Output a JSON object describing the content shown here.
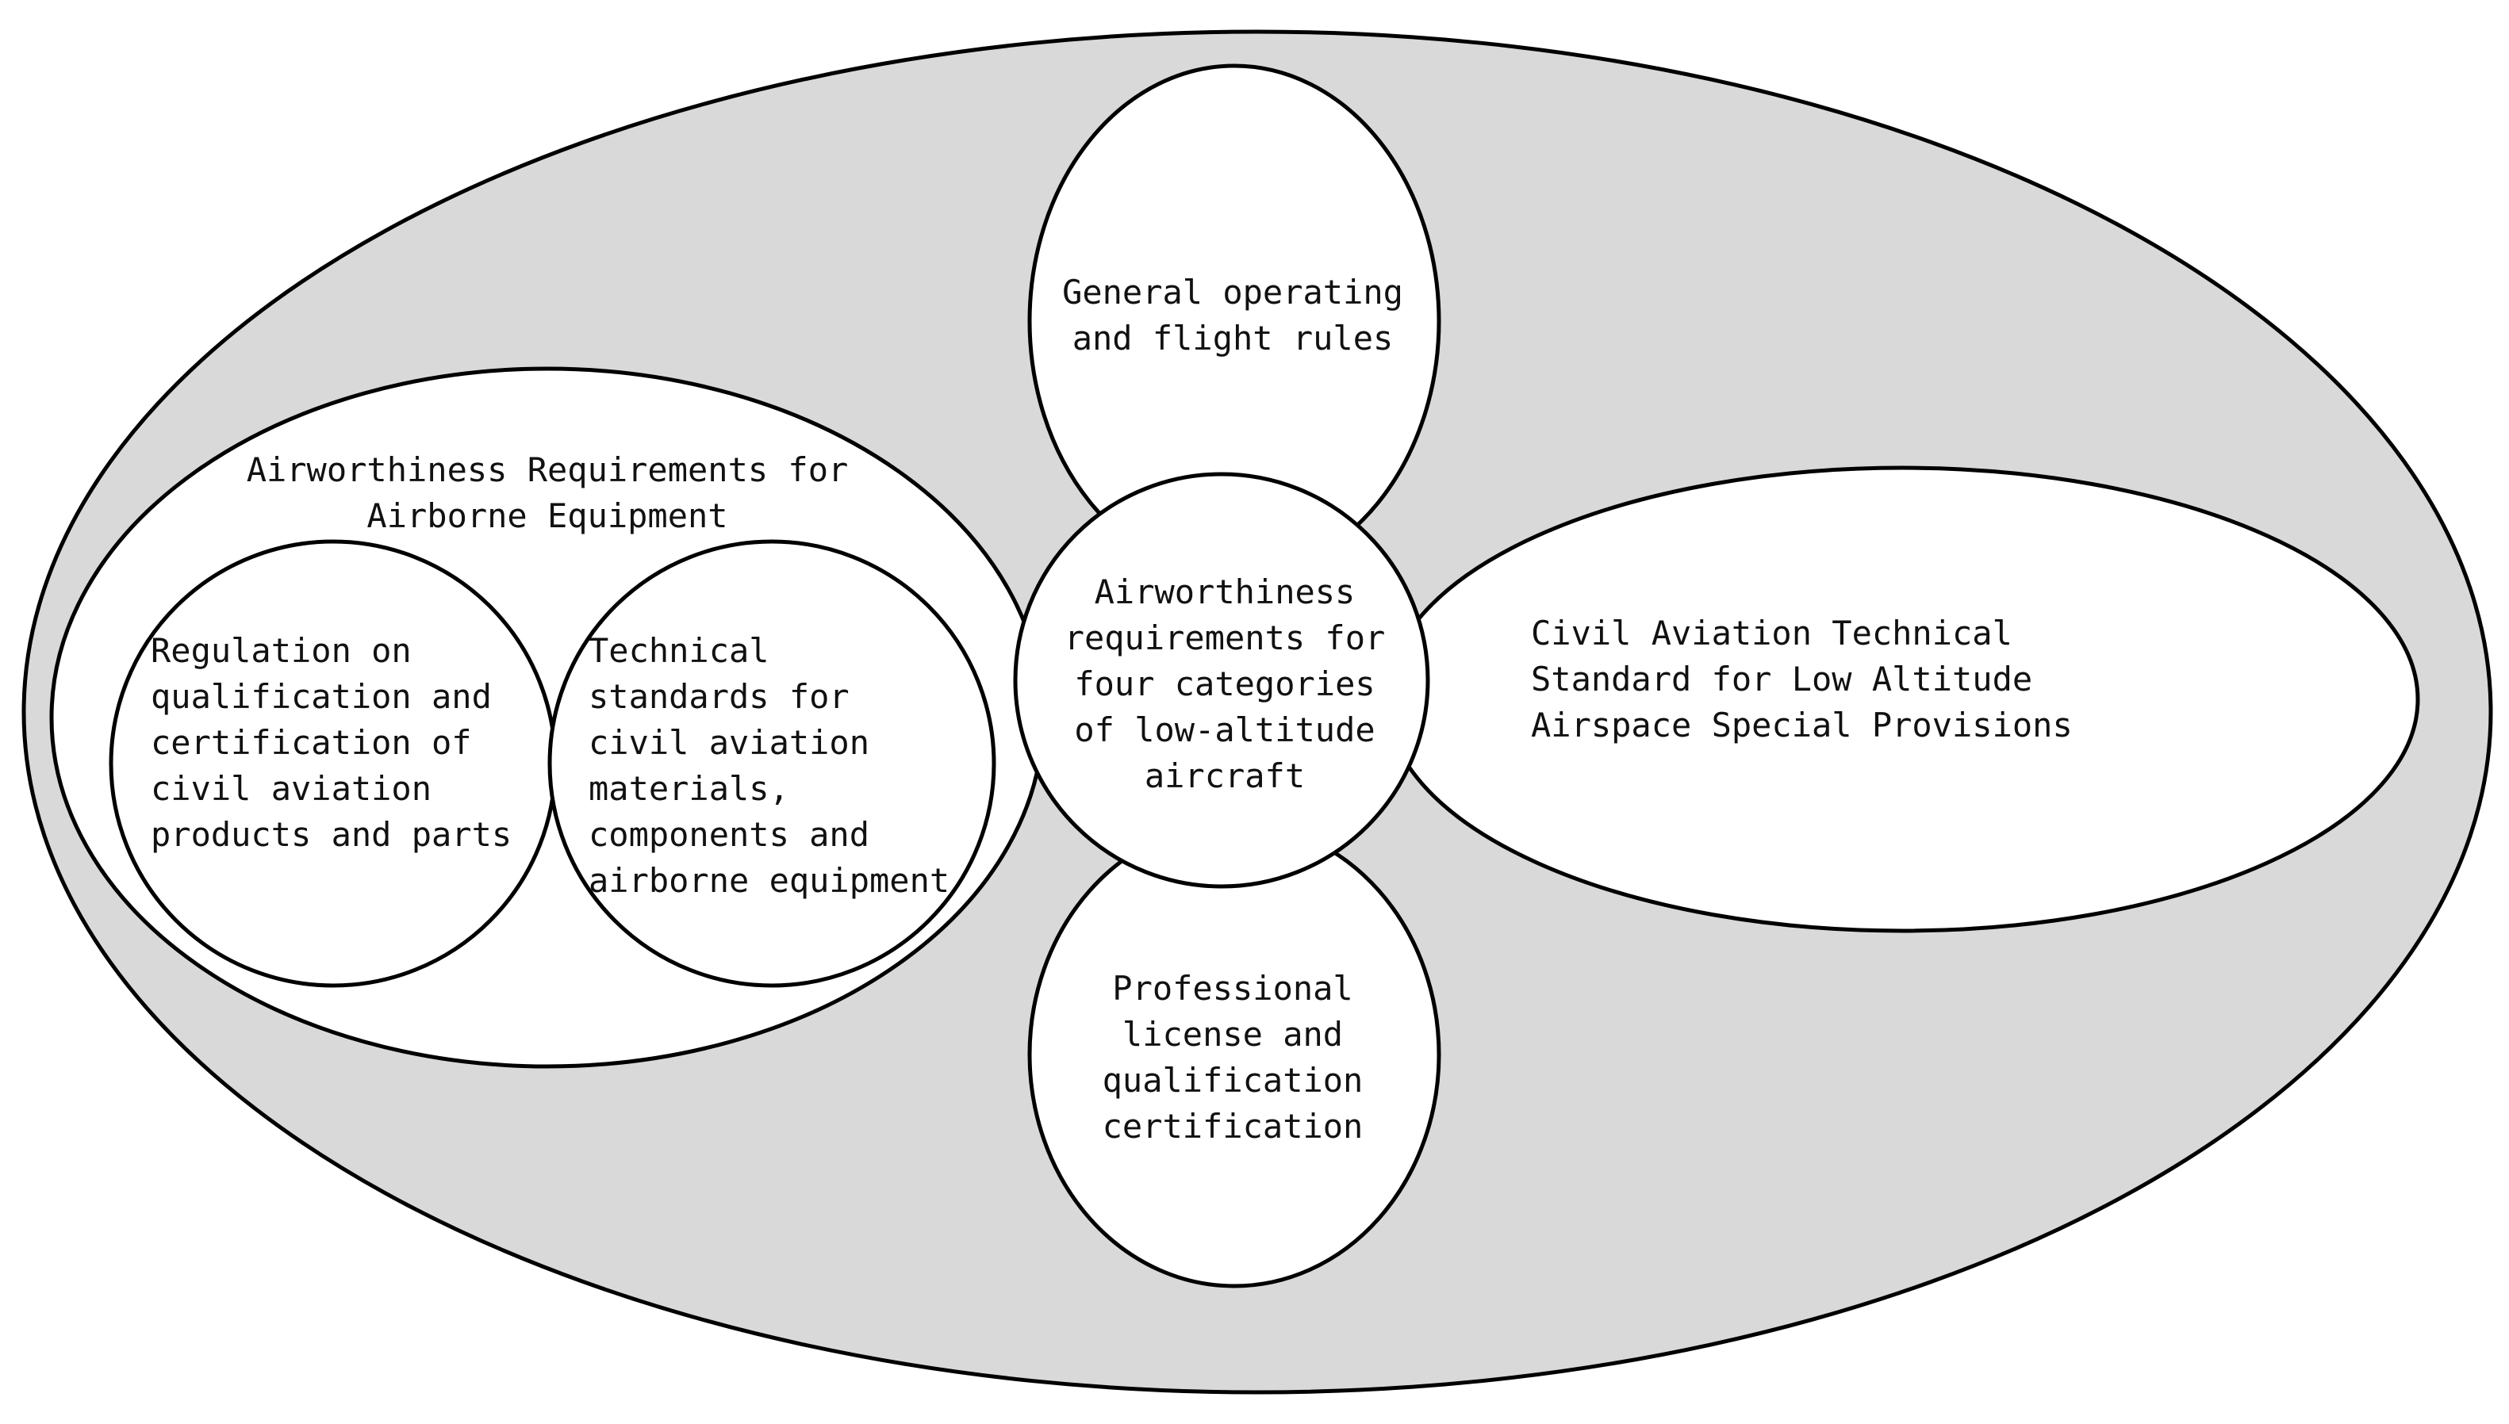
{
  "diagram": {
    "colors": {
      "outer_fill": "#d9d9d9",
      "inner_fill": "#ffffff",
      "stroke": "#000000",
      "text": "#111111"
    },
    "nodes": {
      "general_rules": {
        "text": "General operating\nand flight rules"
      },
      "airborne_equipment": {
        "text": "Airworthiness Requirements for\nAirborne Equipment"
      },
      "regulation": {
        "text": "Regulation on\nqualification and\ncertification of\ncivil aviation\nproducts and parts"
      },
      "technical_standards": {
        "text": "Technical\nstandards for\ncivil aviation\nmaterials,\ncomponents and\nairborne equipment"
      },
      "center": {
        "text": "Airworthiness\nrequirements for\nfour categories\nof low-altitude\naircraft"
      },
      "civil_standard": {
        "text": "Civil Aviation Technical\nStandard for Low Altitude\nAirspace Special Provisions"
      },
      "license": {
        "text": "Professional\nlicense and\nqualification\ncertification"
      }
    }
  }
}
